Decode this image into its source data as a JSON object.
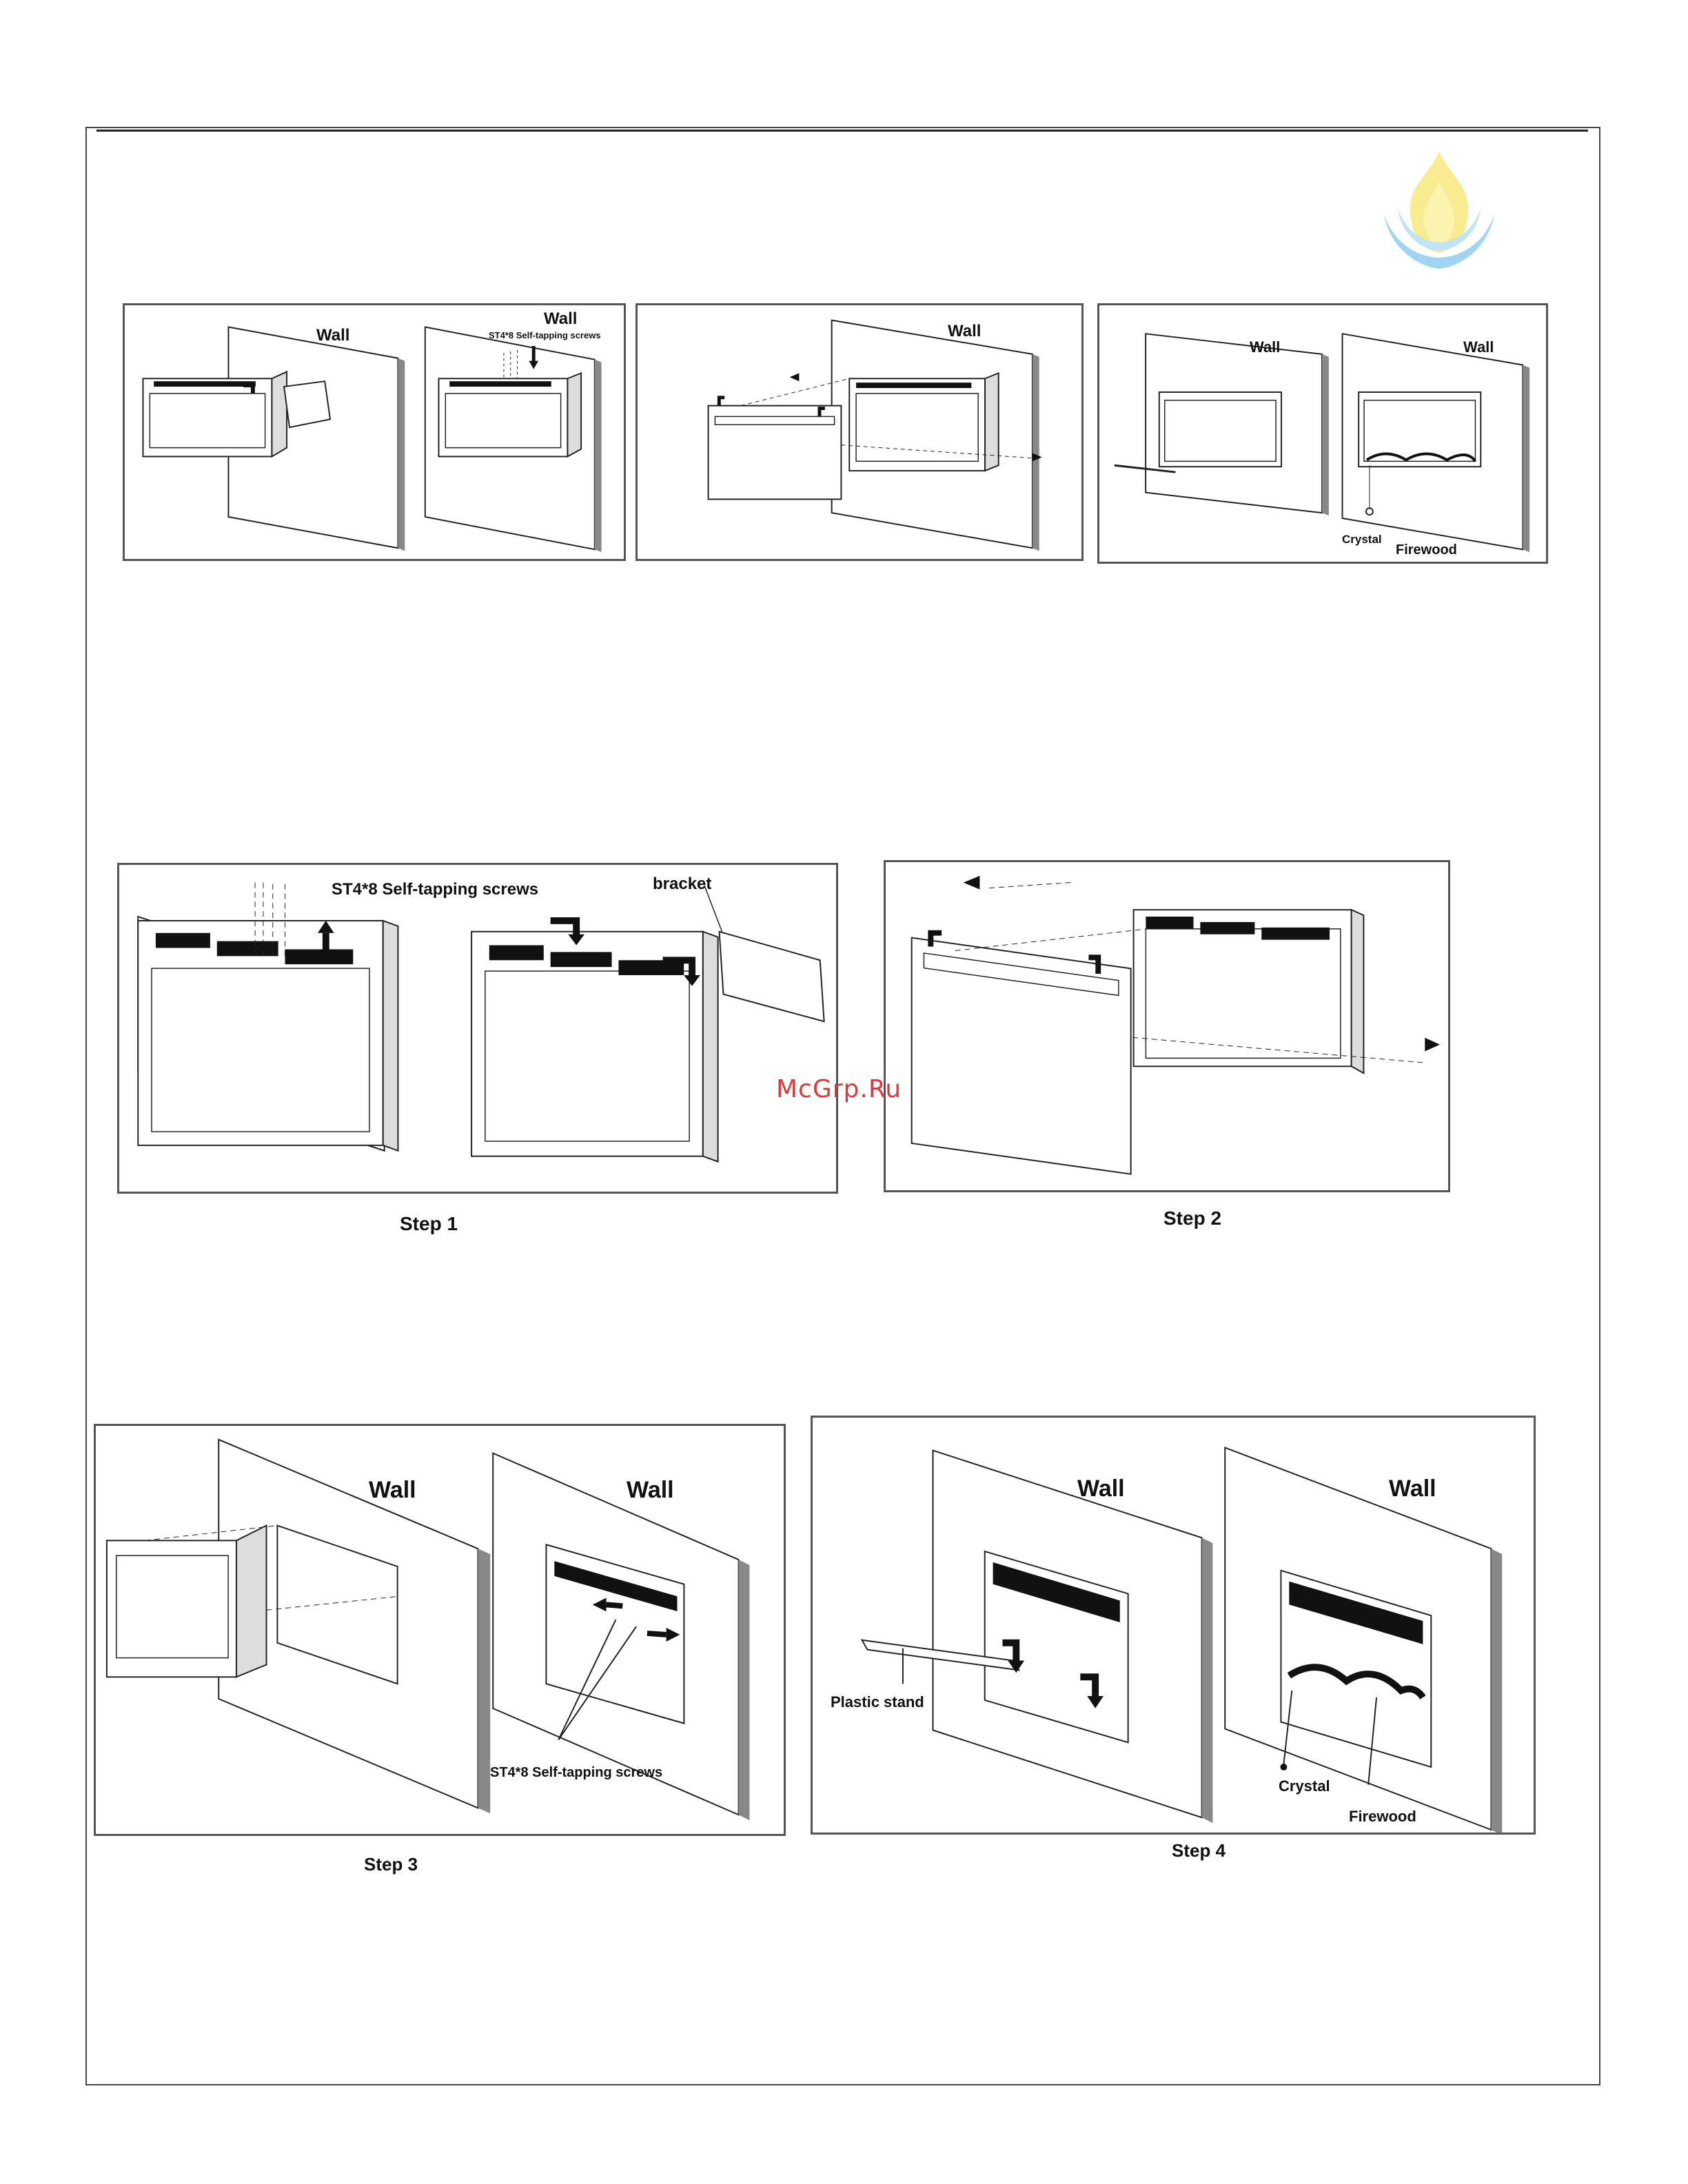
{
  "watermark": "McGrp.Ru",
  "logo_icon": "flame-logo-icon",
  "colors": {
    "frame": "#444444",
    "watermark": "#d93a3a",
    "logo_yellow": "#f7e77c",
    "logo_blue": "#9fd4f2"
  },
  "overview": {
    "panel1": {
      "wall_left": "Wall",
      "wall_right": "Wall",
      "screws": "ST4*8 Self-tapping screws"
    },
    "panel2": {
      "wall": "Wall"
    },
    "panel3": {
      "wall_left": "Wall",
      "wall_right": "Wall",
      "crystal": "Crystal",
      "firewood": "Firewood"
    }
  },
  "step1": {
    "screws": "ST4*8 Self-tapping screws",
    "bracket": "bracket",
    "caption": "Step  1"
  },
  "step2": {
    "caption": "Step  2"
  },
  "step3": {
    "wall_left": "Wall",
    "wall_right": "Wall",
    "screws": "ST4*8 Self-tapping screws",
    "caption": "Step 3"
  },
  "step4": {
    "wall_left": "Wall",
    "wall_right": "Wall",
    "plastic_stand": "Plastic stand",
    "crystal": "Crystal",
    "firewood": "Firewood",
    "caption": "Step 4"
  }
}
